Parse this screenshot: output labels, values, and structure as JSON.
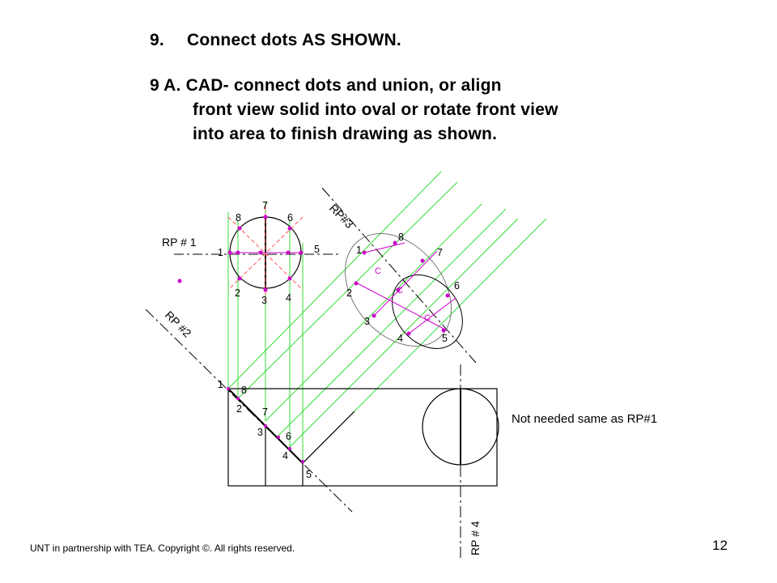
{
  "title": {
    "step_number": "9.",
    "step_text": "Connect dots AS SHOWN.",
    "line2": "9 A. CAD- connect dots and union, or align",
    "line3": "front view solid into oval or rotate front view",
    "line4": "into area to finish drawing as shown."
  },
  "diagram": {
    "rp1": "RP # 1",
    "rp2": "RP #2",
    "rp3": "RP#3",
    "rp4": "RP # 4",
    "note": "Not needed same as RP#1",
    "top_view_points": [
      "1",
      "2",
      "3",
      "4",
      "5",
      "6",
      "7",
      "8"
    ],
    "rp2_points": [
      "1",
      "8",
      "2",
      "7",
      "3",
      "6",
      "4",
      "5"
    ],
    "aux_view_points": [
      "1",
      "2",
      "3",
      "4",
      "5",
      "6",
      "7",
      "8"
    ],
    "center_mark": "C",
    "colors": {
      "projection": "#33dd33",
      "construction": "#cc00cc",
      "object": "#000000",
      "hidden_centerline": "#ff5555"
    }
  },
  "footer": "UNT in partnership with TEA. Copyright ©. All rights reserved.",
  "page_number": "12"
}
